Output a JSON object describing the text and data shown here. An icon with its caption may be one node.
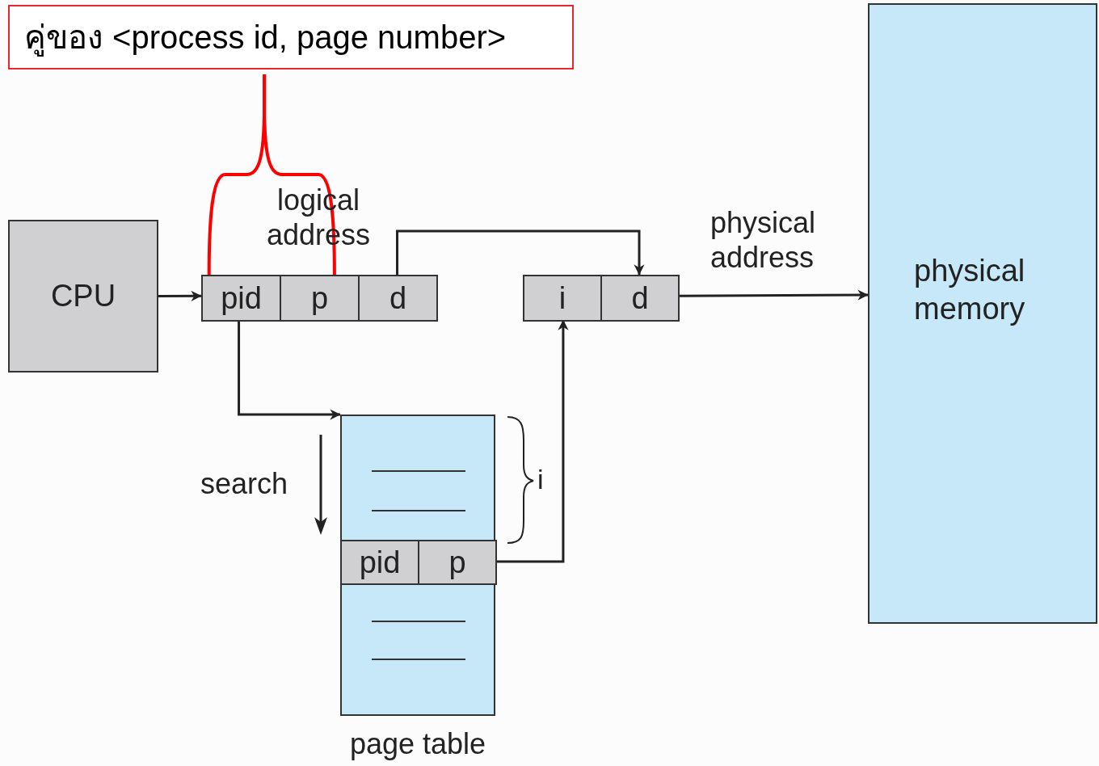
{
  "diagram": {
    "nodes": [
      {
        "text": [
          "คู่ของ <process id, page number>"
        ]
      },
      {
        "text": [
          "logical address"
        ]
      },
      {
        "text": [
          "pid"
        ],
        "in": 1
      },
      {
        "text": [
          "p"
        ],
        "in": 1
      },
      {
        "text": [
          "d"
        ],
        "in": 1
      },
      {
        "text": [
          "CPU"
        ]
      },
      {
        "text": [
          "physical address"
        ]
      },
      {
        "text": [
          "i"
        ],
        "in": 6
      },
      {
        "text": [
          "d"
        ],
        "in": 6
      },
      {
        "text": [
          "physical memory"
        ]
      },
      {
        "text": [
          "page table"
        ]
      },
      {
        "text": [
          "pid"
        ],
        "in": 10
      },
      {
        "text": [
          "p"
        ],
        "in": 10
      }
    ],
    "edges": [
      {
        "from": 5,
        "to": 1,
        "arrow": "to"
      },
      {
        "from": 4,
        "to": 8,
        "arrow": "to"
      },
      {
        "from": 2,
        "to": 10,
        "arrow": "to"
      },
      {
        "from": 12,
        "to": 7,
        "arrow": "to"
      },
      {
        "from": 6,
        "to": 9,
        "arrow": "to"
      },
      {
        "from": 0,
        "to": 2,
        "arrow": "none",
        "color": "#ff0000"
      },
      {
        "from": 0,
        "to": 3,
        "arrow": "none",
        "color": "#ff0000"
      }
    ],
    "labels": [
      "search",
      "i"
    ]
  }
}
